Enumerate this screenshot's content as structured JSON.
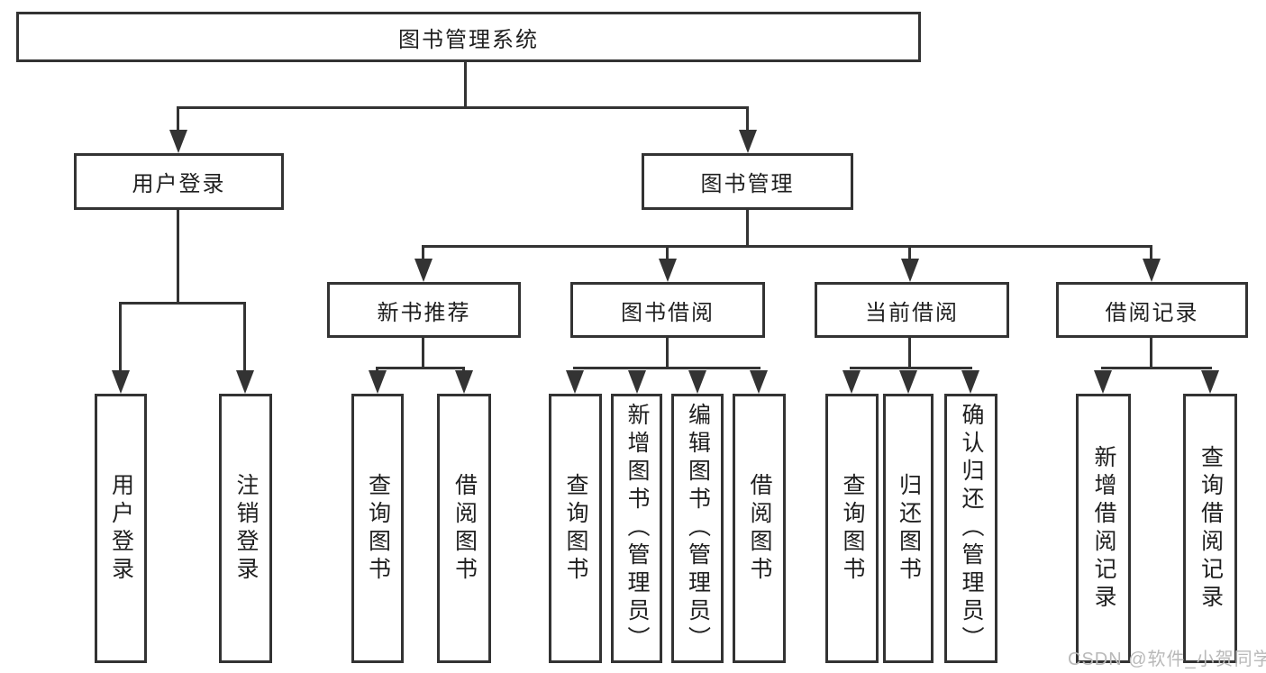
{
  "diagram_title": "图书管理系统",
  "nodes": {
    "root": "图书管理系统",
    "l2": [
      "用户登录",
      "图书管理"
    ],
    "l3": [
      "新书推荐",
      "图书借阅",
      "当前借阅",
      "借阅记录"
    ],
    "leaves": [
      "用户登录",
      "注销登录",
      "查询图书",
      "借阅图书",
      "查询图书",
      "新增图书（管理员）",
      "编辑图书（管理员）",
      "借阅图书",
      "查询图书",
      "归还图书",
      "确认归还（管理员）",
      "新增借阅记录",
      "查询借阅记录"
    ]
  },
  "hierarchy": {
    "图书管理系统": {
      "用户登录": [
        "用户登录",
        "注销登录"
      ],
      "图书管理": {
        "新书推荐": [
          "查询图书",
          "借阅图书"
        ],
        "图书借阅": [
          "查询图书",
          "新增图书（管理员）",
          "编辑图书（管理员）",
          "借阅图书"
        ],
        "当前借阅": [
          "查询图书",
          "归还图书",
          "确认归还（管理员）"
        ],
        "借阅记录": [
          "新增借阅记录",
          "查询借阅记录"
        ]
      }
    }
  },
  "watermark": "CSDN @软件_小贺同学",
  "colors": {
    "line": "#333333",
    "text": "#1f1f1f",
    "watermark": "#b9b9b9",
    "background": "#ffffff"
  }
}
